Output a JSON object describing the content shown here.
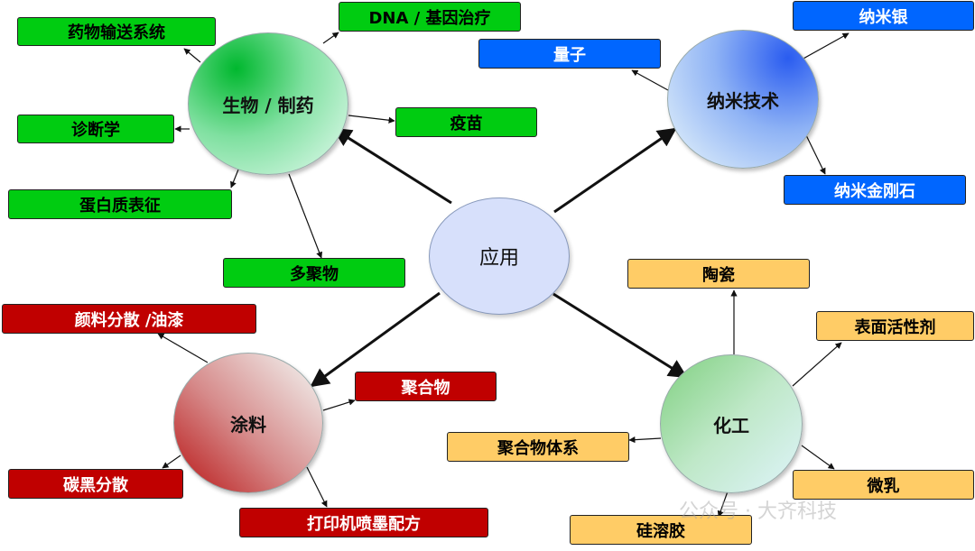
{
  "center": {
    "label": "应用",
    "fill": "#d7e0fb"
  },
  "watermark": "公众号 · 大齐科技",
  "nodes": [
    {
      "id": "bio",
      "label": "生物 / 制药",
      "color": "#00b82e"
    },
    {
      "id": "nano",
      "label": "纳米技术",
      "color": "#2a5cf0"
    },
    {
      "id": "coat",
      "label": "涂料",
      "color": "#b81414"
    },
    {
      "id": "chem",
      "label": "化工",
      "color": "#7fd07f"
    }
  ],
  "categories": {
    "bio": {
      "color": "#00cc11",
      "text_color": "#000000",
      "items": [
        "药物输送系统",
        "DNA / 基因治疗",
        "诊断学",
        "疫苗",
        "蛋白质表征",
        "多聚物"
      ]
    },
    "nano": {
      "color": "#0066ff",
      "text_color": "#ffffff",
      "items": [
        "纳米银",
        "量子",
        "纳米金刚石"
      ]
    },
    "coat": {
      "color": "#c00000",
      "text_color": "#ffffff",
      "items": [
        "颜料分散 /油漆",
        "聚合物",
        "碳黑分散",
        "打印机喷墨配方"
      ]
    },
    "chem": {
      "color": "#ffcc66",
      "text_color": "#000000",
      "items": [
        "陶瓷",
        "表面活性剂",
        "聚合物体系",
        "微乳",
        "硅溶胶"
      ]
    }
  }
}
